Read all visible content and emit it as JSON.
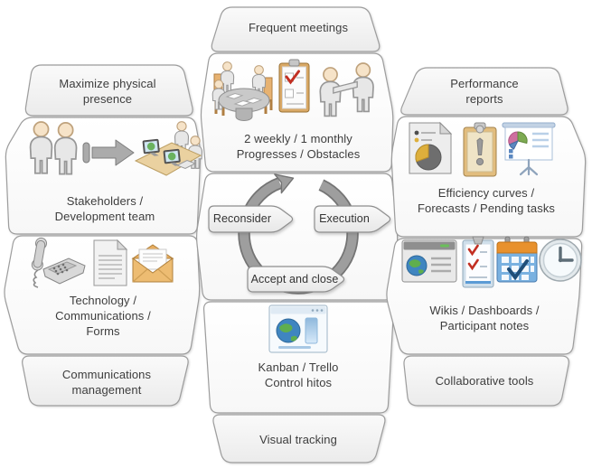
{
  "diagram": {
    "left": {
      "header": "Maximize physical\npresence",
      "people": "Stakeholders /\nDevelopment team",
      "channels": "Technology /\nCommunications /\nForms",
      "footer": "Communications\nmanagement"
    },
    "center": {
      "header": "Frequent meetings",
      "meetings": "2 weekly / 1 monthly\nProgresses / Obstacles",
      "kanban": "Kanban / Trello\nControl hitos",
      "footer": "Visual tracking"
    },
    "right": {
      "header": "Performance\nreports",
      "reports": "Efficiency curves /\nForecasts / Pending tasks",
      "collab": "Wikis / Dashboards /\nParticipant notes",
      "footer": "Collaborative tools"
    },
    "cycle": {
      "reconsider": "Reconsider",
      "execution": "Execution",
      "accept_close": "Accept and close"
    }
  },
  "icons": {
    "meeting-table-icon": "people-around-table",
    "clipboard-check-icon": "clipboard-with-red-check",
    "handshake-icon": "two-people-shaking-hands",
    "stakeholders-people-icon": "two-standing-people",
    "transition-arrow-icon": "right-arrow",
    "remote-team-icon": "people-at-computer-desks",
    "phone-icon": "desk-phone",
    "document-icon": "paper-sheet",
    "envelope-icon": "open-envelope-with-letter",
    "pie-report-icon": "report-page-with-pie-chart",
    "alert-clipboard-icon": "clipboard-with-exclamation",
    "presentation-chart-icon": "projection-screen-with-charts",
    "wiki-browser-icon": "browser-window-with-globe",
    "task-list-icon": "clipboard-with-checklist",
    "calendar-icon": "calendar-with-check",
    "clock-icon": "clock",
    "kanban-browser-icon": "browser-window-with-globe-and-board"
  },
  "colors": {
    "shape_border": "#9d9d9d",
    "header_fill": "#f1f1f1",
    "content_fill": "#ffffff",
    "text": "#3d3d3d",
    "ring_fill": "#9e9e9e",
    "ring_outline": "#747474",
    "check_red": "#c22f22",
    "calendar_orange": "#e8912d",
    "calendar_blue": "#7ab1e0",
    "globe_blue": "#3f85c0",
    "globe_green": "#5fae4e",
    "clipboard_tan": "#d9a967"
  }
}
